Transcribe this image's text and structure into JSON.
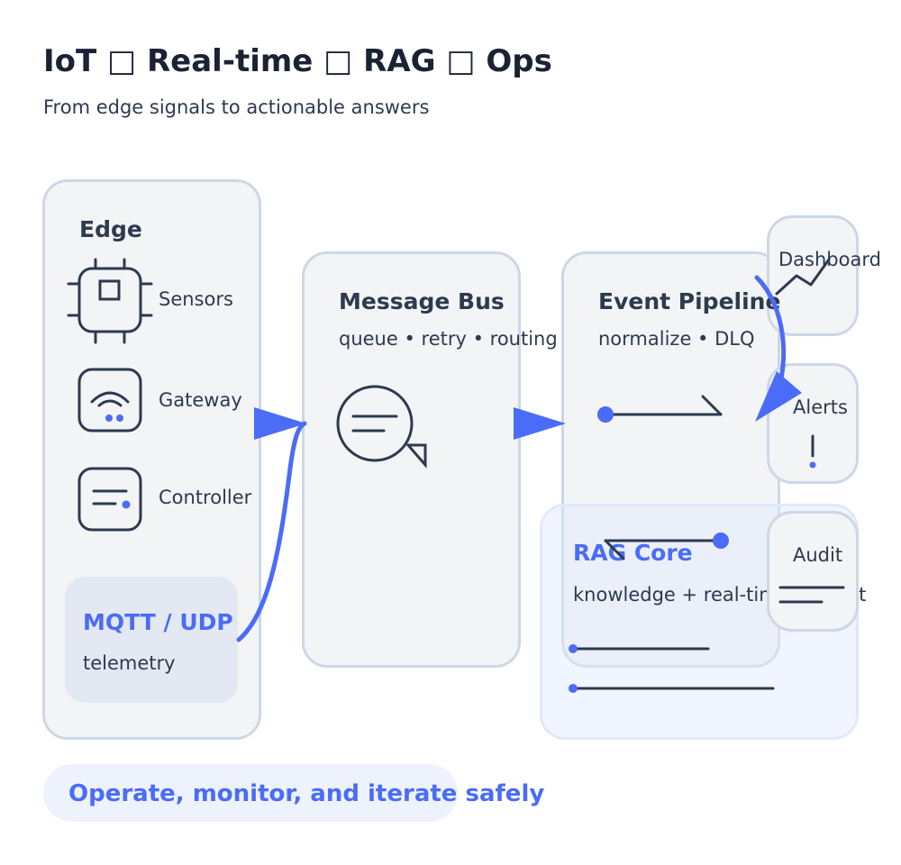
{
  "header": {
    "title": "IoT □ Real-time □ RAG □ Ops",
    "subtitle": "From edge signals to actionable answers"
  },
  "edge": {
    "heading": "Edge",
    "items": [
      {
        "label": "Sensors",
        "icon": "chip-icon"
      },
      {
        "label": "Gateway",
        "icon": "wifi-icon"
      },
      {
        "label": "Controller",
        "icon": "controller-icon"
      }
    ],
    "protocol": {
      "title": "MQTT / UDP",
      "subtitle": "telemetry"
    }
  },
  "message_bus": {
    "heading": "Message Bus",
    "subtitle": "queue • retry • routing",
    "icon": "message-icon"
  },
  "event_pipeline": {
    "heading": "Event Pipeline",
    "subtitle": "normalize • DLQ"
  },
  "rag_core": {
    "heading": "RAG Core",
    "subtitle": "knowledge + real-time context"
  },
  "outputs": {
    "dashboard": "Dashboard",
    "alerts": "Alerts",
    "audit": "Audit"
  },
  "footer": "Operate, monitor, and iterate safely",
  "colors": {
    "accent": "#4a6cf7",
    "panel_border": "#cdd7e5",
    "ink": "#2d3a4f"
  }
}
